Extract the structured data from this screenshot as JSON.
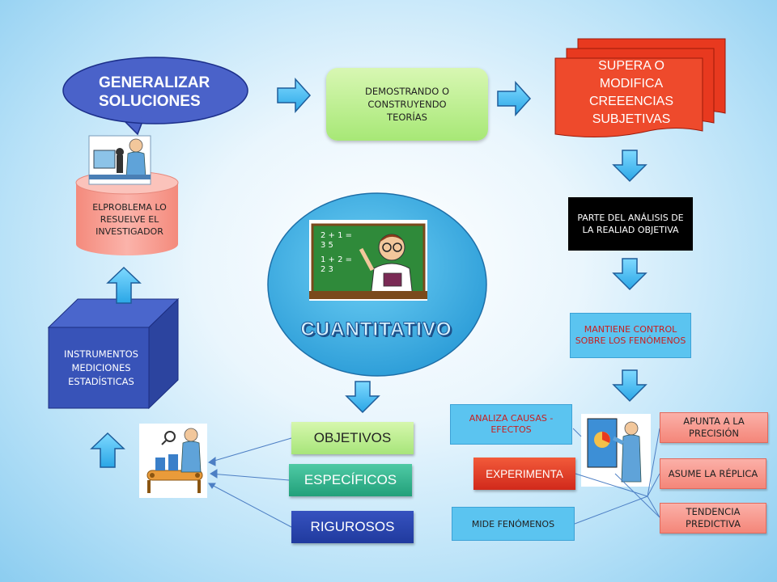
{
  "nodes": {
    "generalizar": "GENERALIZAR SOLUCIONES",
    "demostrando": "DEMOSTRANDO O CONSTRUYENDO TEORÍAS",
    "supera": "SUPERA O MODIFICA CREEENCIAS SUBJETIVAS",
    "problema": "ELPROBLEMA LO RESUELVE EL INVESTIGADOR",
    "parte": "PARTE DEL ANÁLISIS DE LA REALIAD OBJETIVA",
    "cuantitativo": "CUANTITATIVO",
    "instrumentos": "INSTRUMENTOS MEDICIONES ESTADÍSTICAS",
    "mantiene": "MANTIENE CONTROL SOBRE LOS FENÓMENOS",
    "objetivos": "OBJETIVOS",
    "especificos": "ESPECÍFICOS",
    "rigurosos": "RIGUROSOS",
    "analiza": "ANALIZA CAUSAS - EFECTOS",
    "experimenta": "EXPERIMENTA",
    "mide": "MIDE FENÓMENOS",
    "apunta": "APUNTA A LA PRECISIÓN",
    "asume": "ASUME LA RÉPLICA",
    "tendencia": "TENDENCIA PREDICTIVA"
  },
  "colors": {
    "bubble": "#4a62c9",
    "cylinder": "#f7a39a",
    "box3d": "#3853b8",
    "green": "#b5ec84",
    "red": "#e8391f",
    "cyan": "#5bc4f0",
    "circle": "#4fb6e6"
  }
}
